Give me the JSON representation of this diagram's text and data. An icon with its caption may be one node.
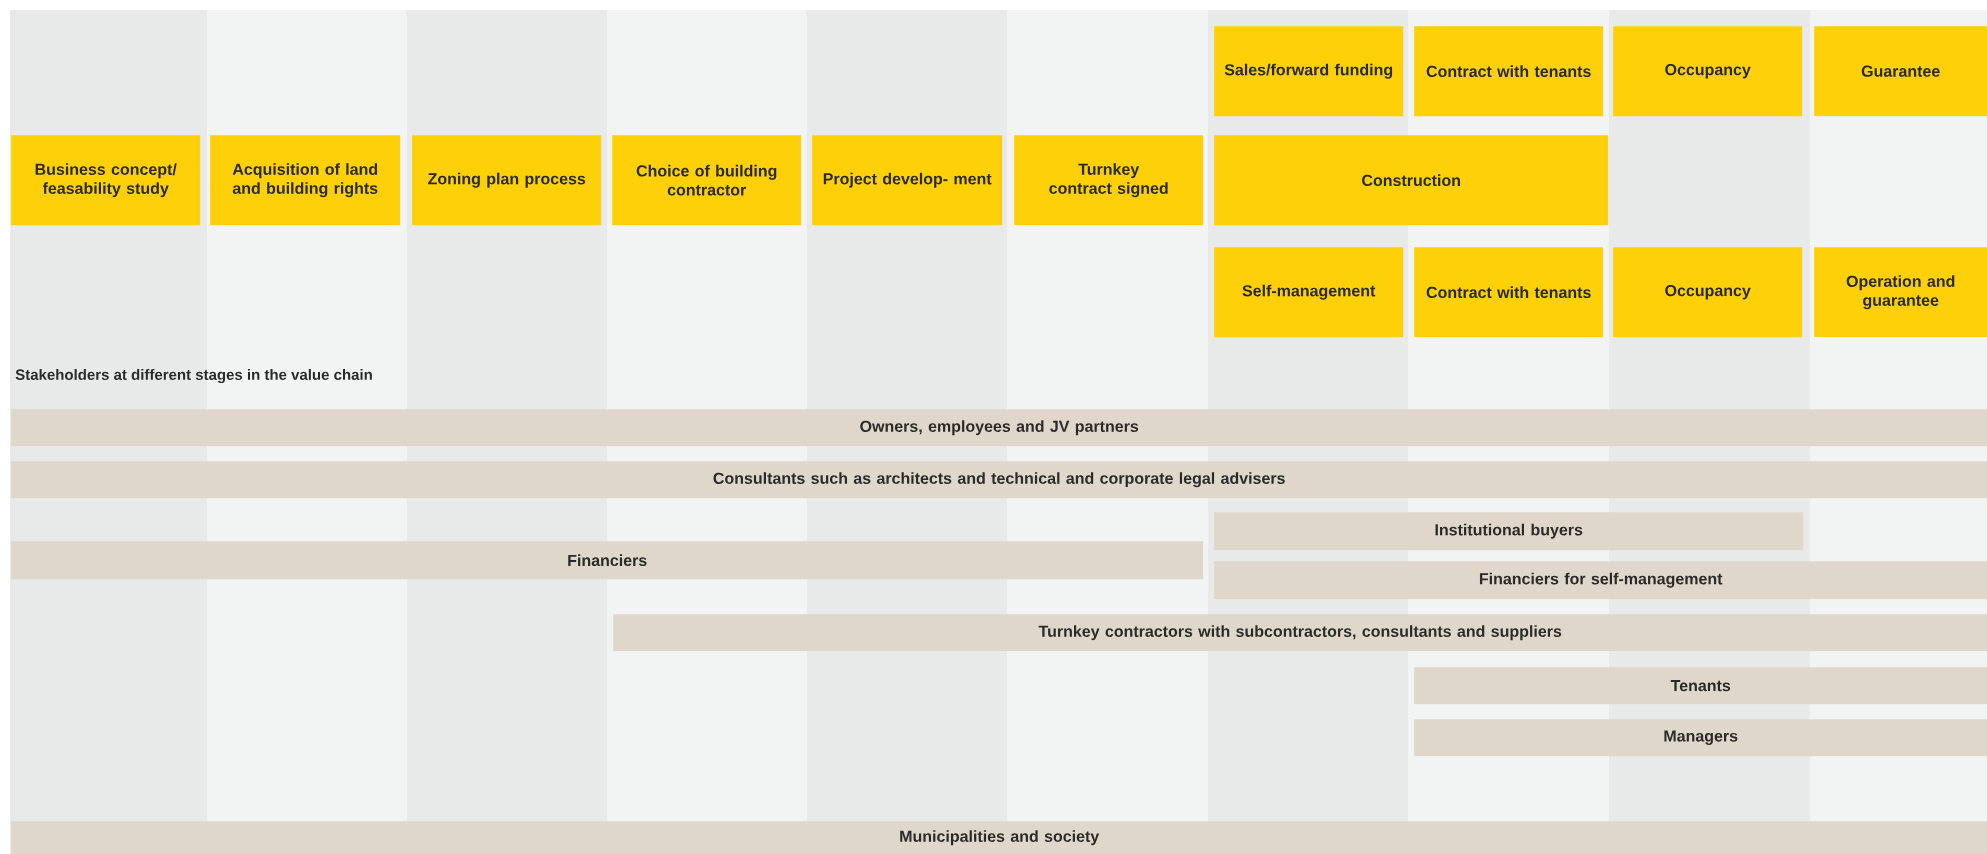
{
  "diagram": {
    "nodes": [
      {
        "text": [
          "Sales/forward funding"
        ]
      },
      {
        "text": [
          "Contract with tenants"
        ]
      },
      {
        "text": [
          "Occupancy"
        ]
      },
      {
        "text": [
          "Guarantee"
        ]
      },
      {
        "text": [
          "Business concept/ feasability study"
        ]
      },
      {
        "text": [
          "Acquisition of land and building rights"
        ]
      },
      {
        "text": [
          "Zoning plan process"
        ]
      },
      {
        "text": [
          "Choice of building contractor"
        ]
      },
      {
        "text": [
          "Project develop- ment"
        ]
      },
      {
        "text": [
          "Turnkey contract signed"
        ]
      },
      {
        "text": [
          "Construction"
        ]
      },
      {
        "text": [
          "Self-management"
        ]
      },
      {
        "text": [
          "Contract with tenants"
        ]
      },
      {
        "text": [
          "Occupancy"
        ]
      },
      {
        "text": [
          "Operation and guarantee"
        ]
      },
      {
        "text": [
          "Owners, employees and JV partners"
        ]
      },
      {
        "text": [
          "Consultants such as architects and technical and corporate legal advisers"
        ]
      },
      {
        "text": [
          "Institutional buyers"
        ]
      },
      {
        "text": [
          "Financiers"
        ]
      },
      {
        "text": [
          "Financiers for self-management"
        ]
      },
      {
        "text": [
          "Turnkey contractors with subcontractors, consultants and suppliers"
        ]
      },
      {
        "text": [
          "Tenants"
        ]
      },
      {
        "text": [
          "Managers"
        ]
      },
      {
        "text": [
          "Municipalities and society"
        ]
      }
    ],
    "labels": [
      "Stakeholders at different stages in the value chain"
    ]
  }
}
